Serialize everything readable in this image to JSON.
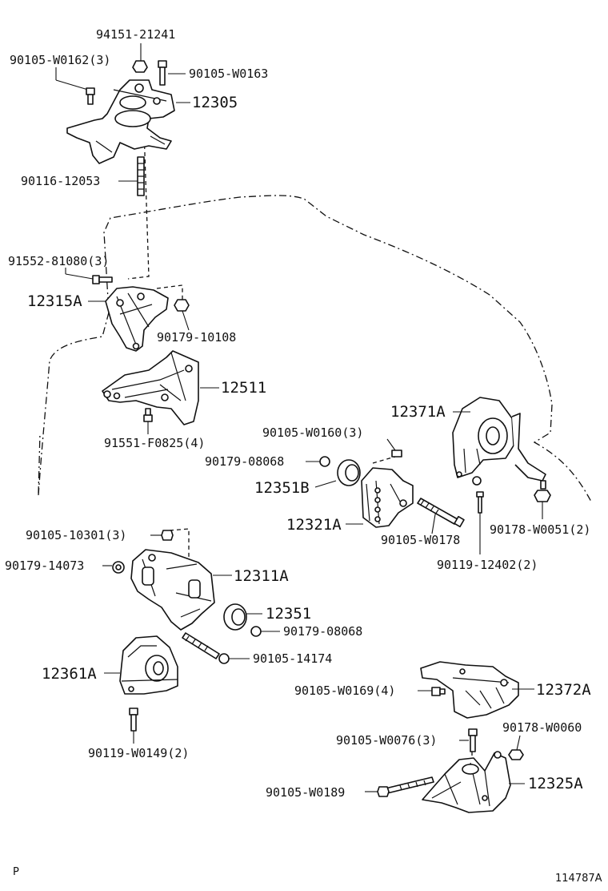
{
  "labels": {
    "p94151_21241": "94151-21241",
    "p90105_W0162": "90105-W0162(3)",
    "p90105_W0163": "90105-W0163",
    "p12305": "12305",
    "p90116_12053": "90116-12053",
    "p91552_81080": "91552-81080(3)",
    "p12315A": "12315A",
    "p90179_10108": "90179-10108",
    "p12511": "12511",
    "p91551_F0825": "91551-F0825(4)",
    "p12371A": "12371A",
    "p90105_W0160": "90105-W0160(3)",
    "p90179_08068_a": "90179-08068",
    "p12351B": "12351B",
    "p12321A": "12321A",
    "p90105_W0178": "90105-W0178",
    "p90178_W0051": "90178-W0051(2)",
    "p90119_12402": "90119-12402(2)",
    "p90105_10301": "90105-10301(3)",
    "p90179_14073": "90179-14073",
    "p12311A": "12311A",
    "p12351": "12351",
    "p90179_08068_b": "90179-08068",
    "p90105_14174": "90105-14174",
    "p12361A": "12361A",
    "p90119_W0149": "90119-W0149(2)",
    "p12372A": "12372A",
    "p90105_W0169": "90105-W0169(4)",
    "p90105_W0076": "90105-W0076(3)",
    "p90178_W0060": "90178-W0060",
    "p12325A": "12325A",
    "p90105_W0189": "90105-W0189"
  },
  "footer": {
    "corner_mark": "P",
    "diagram_id": "114787A"
  }
}
